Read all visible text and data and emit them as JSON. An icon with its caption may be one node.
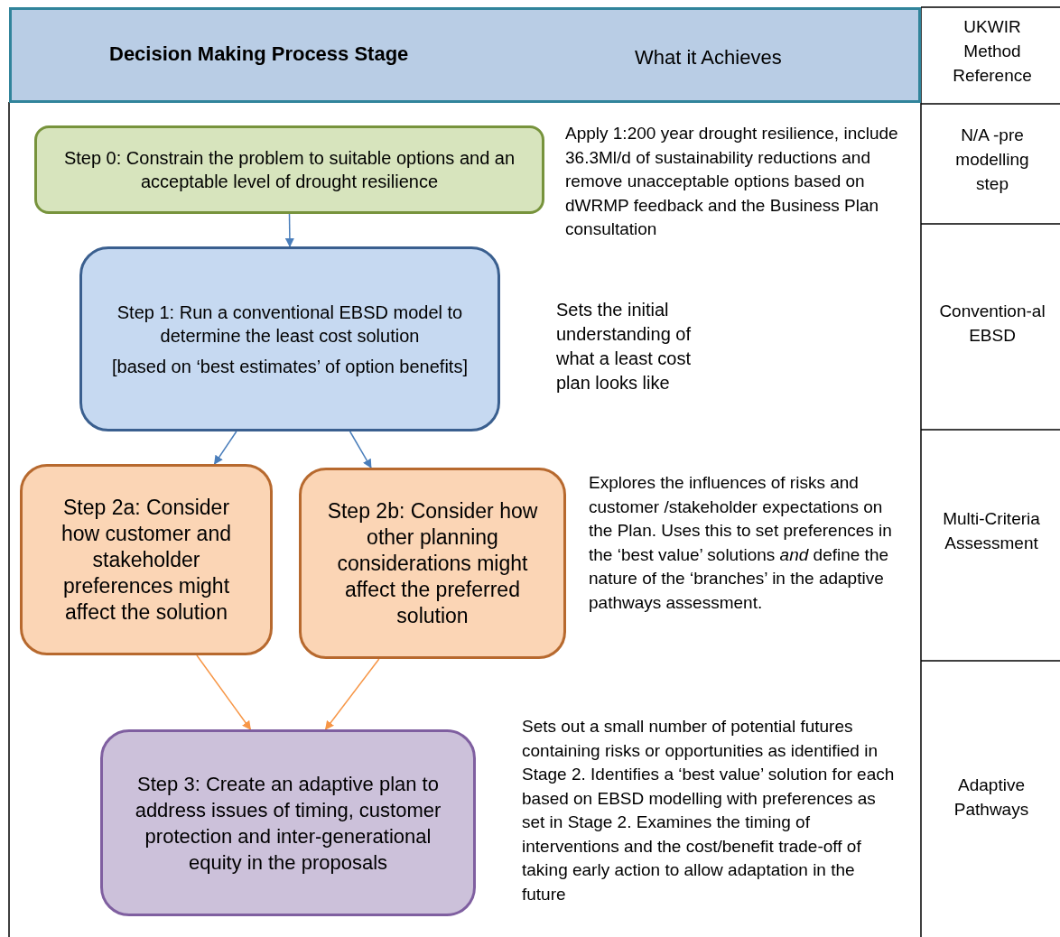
{
  "diagram": {
    "nodes": [
      {
        "text": [
          "Decision Making Process Stage",
          "What it Achieves"
        ]
      },
      {
        "text": [
          "Step 0: Constrain the problem to suitable options and an acceptable level of drought resilience"
        ]
      },
      {
        "text": [
          "Step 1: Run a conventional EBSD model to determine the least cost solution",
          "[based on ‘best estimates’ of option benefits]"
        ]
      },
      {
        "text": [
          "Step 2a: Consider how customer and stakeholder preferences might affect the solution"
        ]
      },
      {
        "text": [
          "Step 2b: Consider how other planning considerations might affect the preferred solution"
        ]
      },
      {
        "text": [
          "Step 3: Create an adaptive plan to address issues of timing, customer protection and inter-generational equity in the proposals"
        ]
      }
    ],
    "edges": [
      {
        "from": 1,
        "to": 2,
        "arrow": "to"
      },
      {
        "from": 2,
        "to": 3,
        "arrow": "to"
      },
      {
        "from": 2,
        "to": 4,
        "arrow": "to"
      },
      {
        "from": 3,
        "to": 5,
        "arrow": "to",
        "color": "#f79646"
      },
      {
        "from": 4,
        "to": 5,
        "arrow": "to",
        "color": "#f79646"
      }
    ],
    "labels": [
      "UKWIR Method Reference",
      "Apply 1:200 year drought resilience, include 36.3Ml/d of sustainability reductions and remove unacceptable options based on dWRMP feedback and the Business Plan consultation",
      "N/A -pre modelling step",
      "Sets the initial understanding of what a least cost plan looks like",
      "Convention-al EBSD",
      "Explores the influences of risks and customer /stakeholder expectations on the Plan. Uses this to set preferences in the ‘best value’ solutions *and* define the nature of the ‘branches’ in the adaptive pathways assessment.",
      "Multi-Criteria Assessment",
      "Sets out a small number of potential futures containing risks or opportunities as identified in Stage 2. Identifies a ‘best value’ solution for each based on EBSD modelling with preferences as set in Stage 2. Examines the timing of interventions and the cost/benefit trade-off of taking early action to allow adaptation in the future",
      "Adaptive Pathways"
    ]
  }
}
